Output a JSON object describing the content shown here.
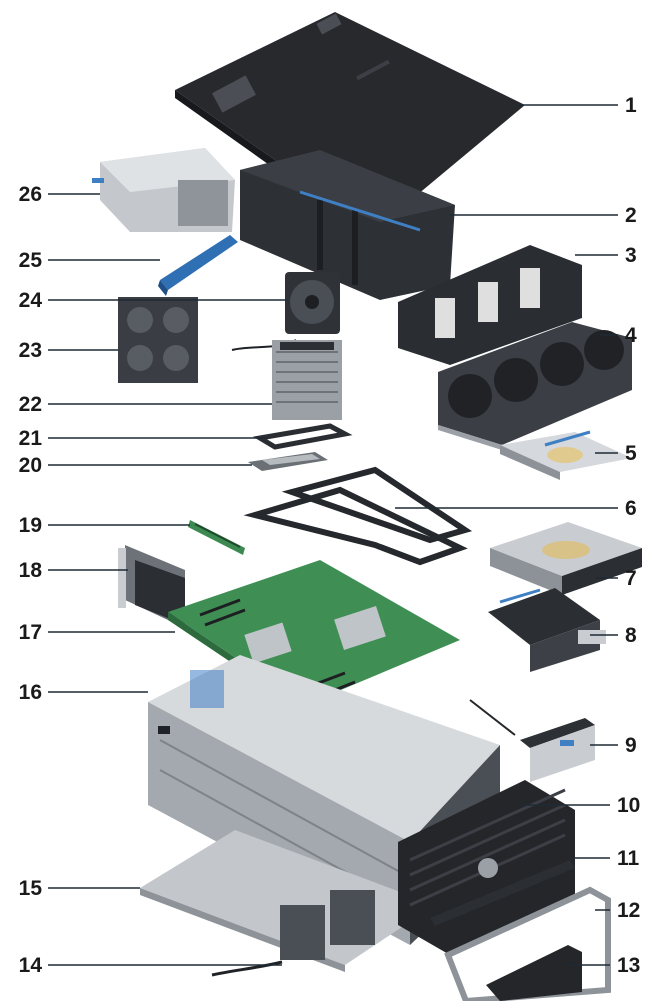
{
  "diagram": {
    "type": "exploded-view",
    "callouts": [
      {
        "num": "1"
      },
      {
        "num": "2"
      },
      {
        "num": "3"
      },
      {
        "num": "4"
      },
      {
        "num": "5"
      },
      {
        "num": "6"
      },
      {
        "num": "7"
      },
      {
        "num": "8"
      },
      {
        "num": "9"
      },
      {
        "num": "10"
      },
      {
        "num": "11"
      },
      {
        "num": "12"
      },
      {
        "num": "13"
      },
      {
        "num": "14"
      },
      {
        "num": "15"
      },
      {
        "num": "16"
      },
      {
        "num": "17"
      },
      {
        "num": "18"
      },
      {
        "num": "19"
      },
      {
        "num": "20"
      },
      {
        "num": "21"
      },
      {
        "num": "22"
      },
      {
        "num": "23"
      },
      {
        "num": "24"
      },
      {
        "num": "25"
      },
      {
        "num": "26"
      }
    ]
  },
  "colors": {
    "line": "#1f2a34",
    "label": "#1a1a1a",
    "chassis_dark": "#2b2e33",
    "chassis_mid": "#8d9399",
    "chassis_light": "#c9cdd1",
    "board_green": "#3f8f55",
    "accent_blue": "#3f7fc4",
    "silver": "#b7bcc1"
  }
}
